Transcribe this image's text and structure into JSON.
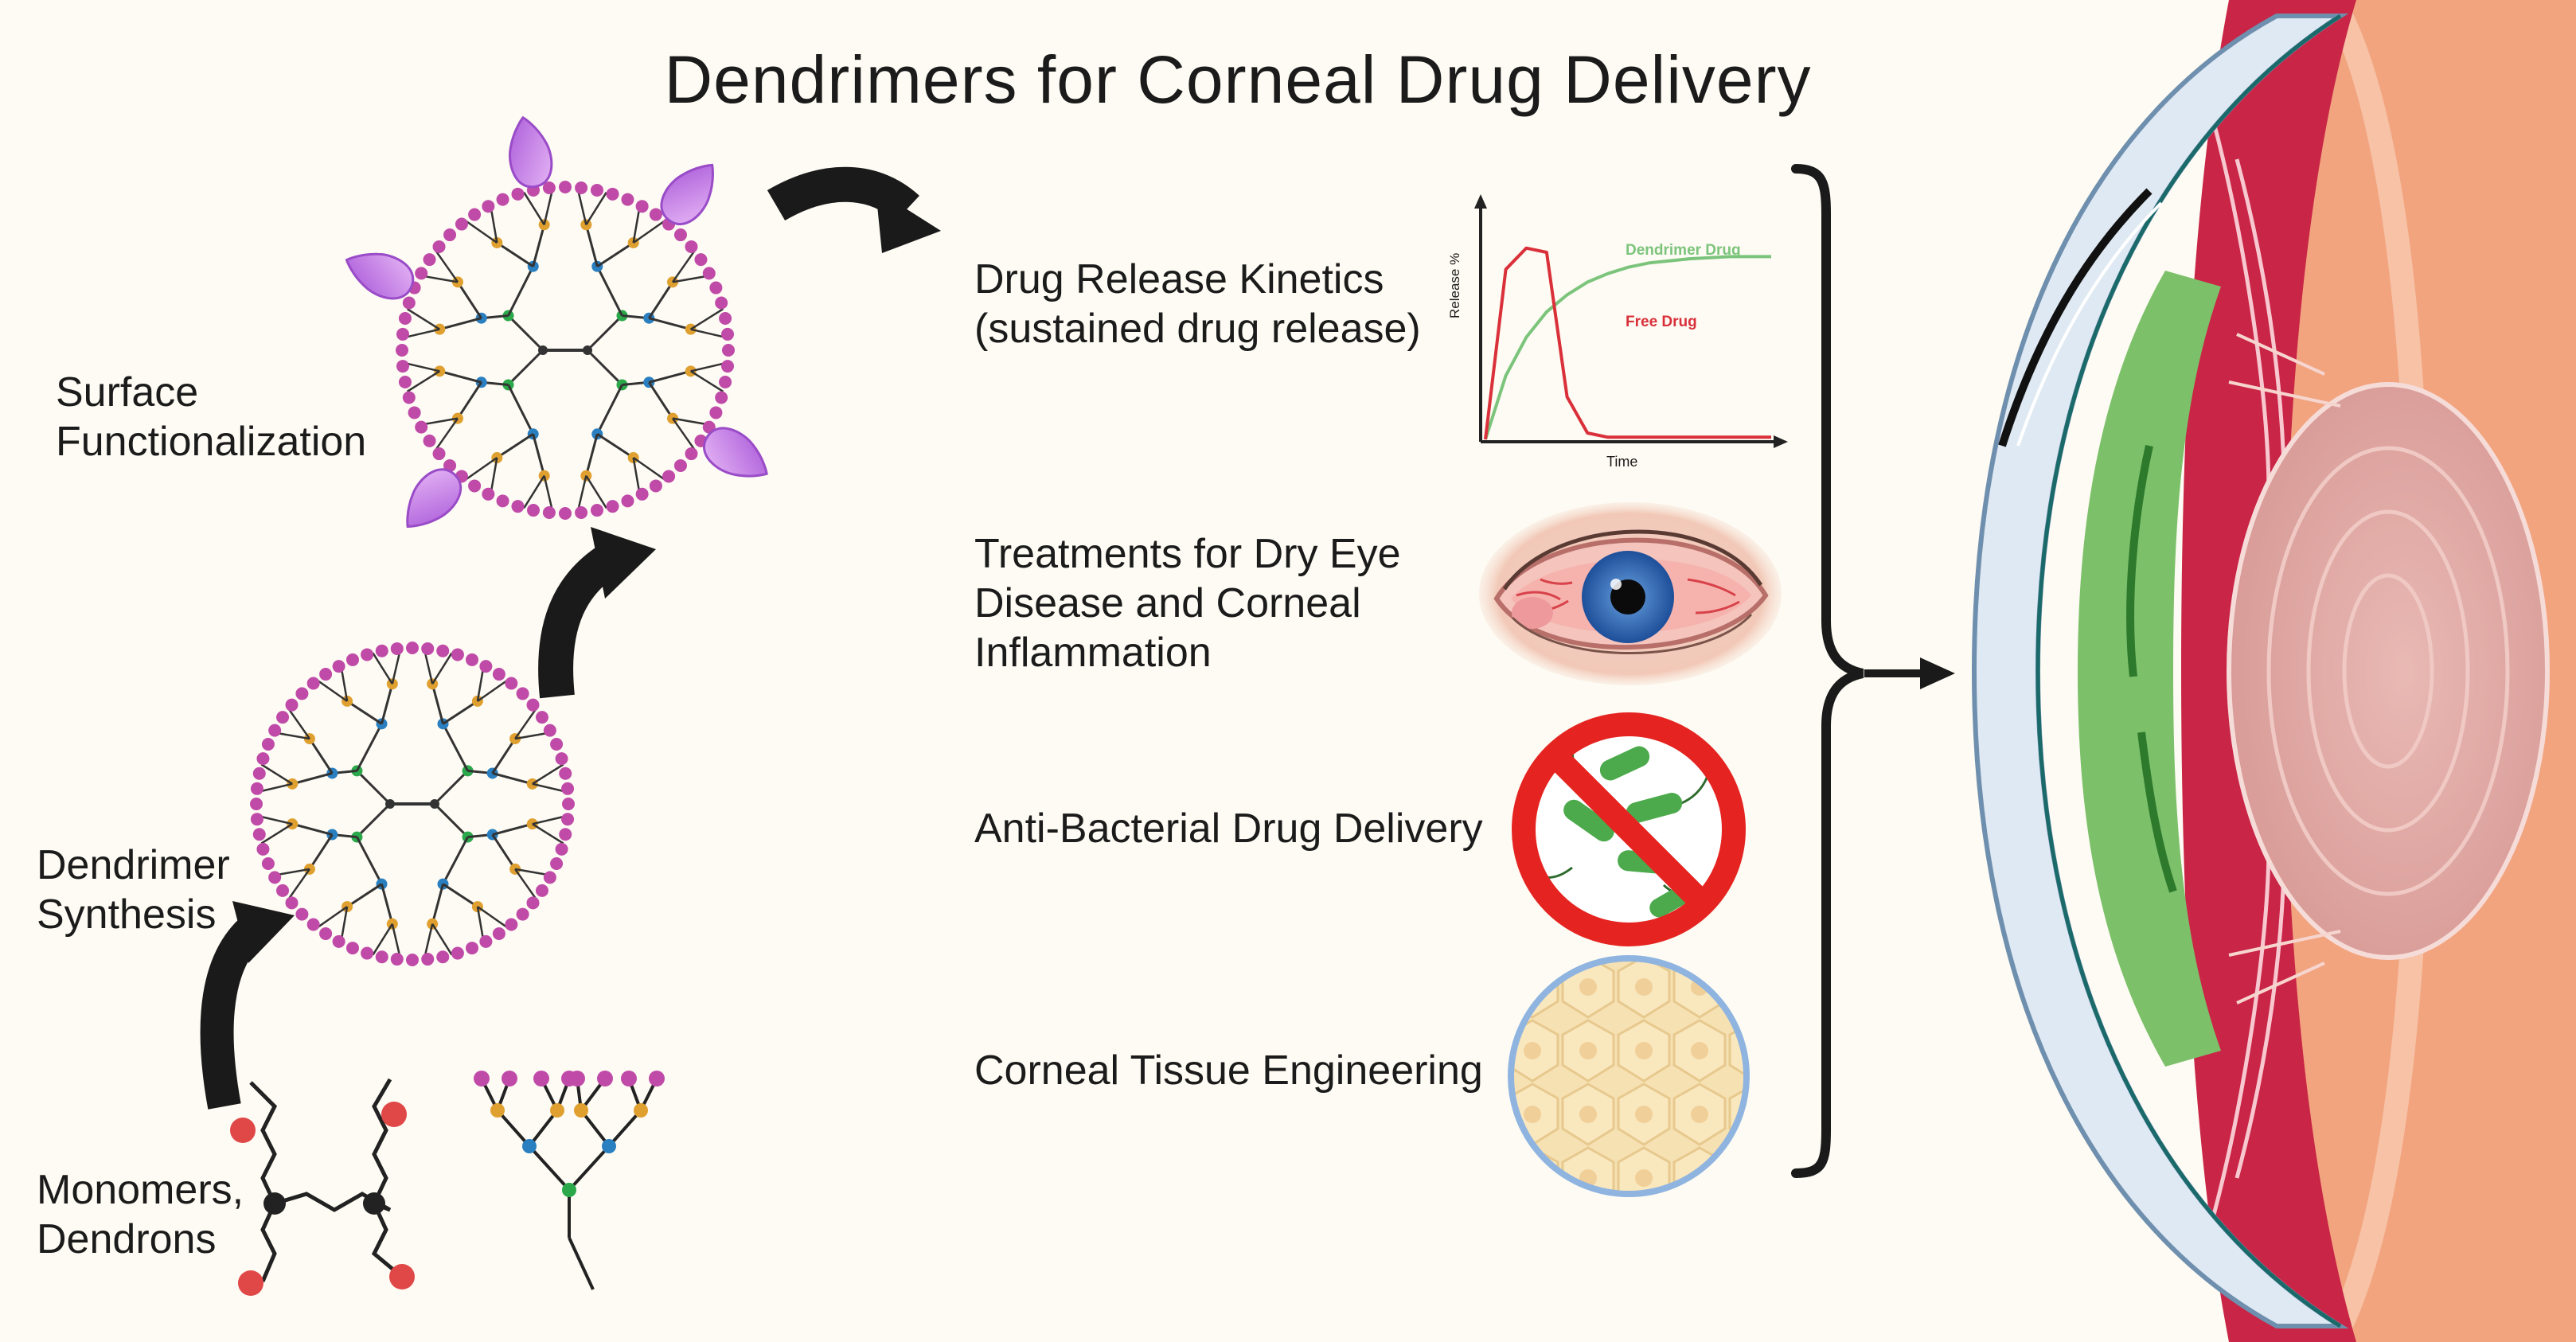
{
  "title": "Dendrimers for Corneal Drug Delivery",
  "steps": {
    "surface": [
      "Surface",
      "Functionalization"
    ],
    "synthesis": [
      "Dendrimer",
      "Synthesis"
    ],
    "monomers": [
      "Monomers,",
      "Dendrons"
    ]
  },
  "applications": [
    {
      "lines": [
        "Drug Release Kinetics",
        "(sustained drug release)"
      ]
    },
    {
      "lines": [
        "Treatments for Dry Eye",
        "Disease and Corneal",
        "Inflammation"
      ]
    },
    {
      "lines": [
        "Anti-Bacterial Drug Delivery"
      ]
    },
    {
      "lines": [
        "Corneal Tissue Engineering"
      ]
    }
  ],
  "chart_data": {
    "type": "line",
    "title": "",
    "xlabel": "Time",
    "ylabel": "Release %",
    "series": [
      {
        "name": "Dendrimer Drug",
        "color": "#7cc47c",
        "values": [
          0,
          30,
          48,
          60,
          68,
          74,
          78,
          81,
          83,
          84,
          85,
          85.5,
          86,
          86,
          86
        ]
      },
      {
        "name": "Free Drug",
        "color": "#d9303a",
        "values": [
          0,
          80,
          90,
          88,
          20,
          3,
          1,
          1,
          1,
          1,
          1,
          1,
          1,
          1,
          1
        ]
      }
    ]
  },
  "colors": {
    "arrow": "#1a1a1a",
    "surface_dot": "#c04aa8",
    "ligand": "#c77be0",
    "branch_orange": "#e0a030",
    "branch_blue": "#2a7fc0",
    "branch_green": "#2aa84a",
    "monomer_red": "#e04848"
  },
  "icons": [
    "dendrimer-functionalized-icon",
    "dendrimer-icon",
    "monomer-icon",
    "dendron-icon",
    "release-chart-icon",
    "red-eye-icon",
    "no-bacteria-icon",
    "cornea-cells-icon",
    "eye-cross-section-icon"
  ]
}
